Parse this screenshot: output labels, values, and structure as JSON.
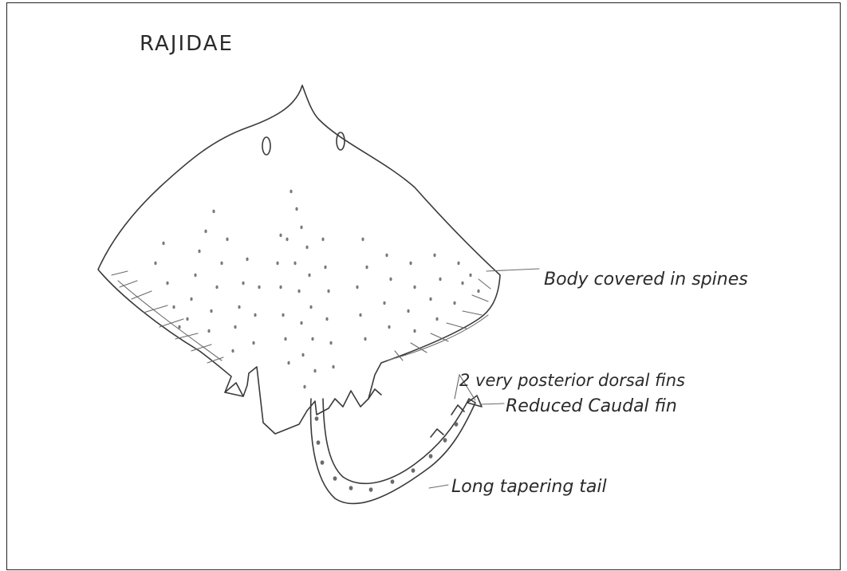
{
  "title": "RAJIDAE",
  "labels": {
    "spines": "Body covered in spines",
    "dorsal_fins": "2 very posterior dorsal fins",
    "caudal_fin": "Reduced Caudal fin",
    "tail": "Long tapering tail"
  },
  "colors": {
    "ink": "#3a3a3a",
    "paper": "#ffffff"
  }
}
